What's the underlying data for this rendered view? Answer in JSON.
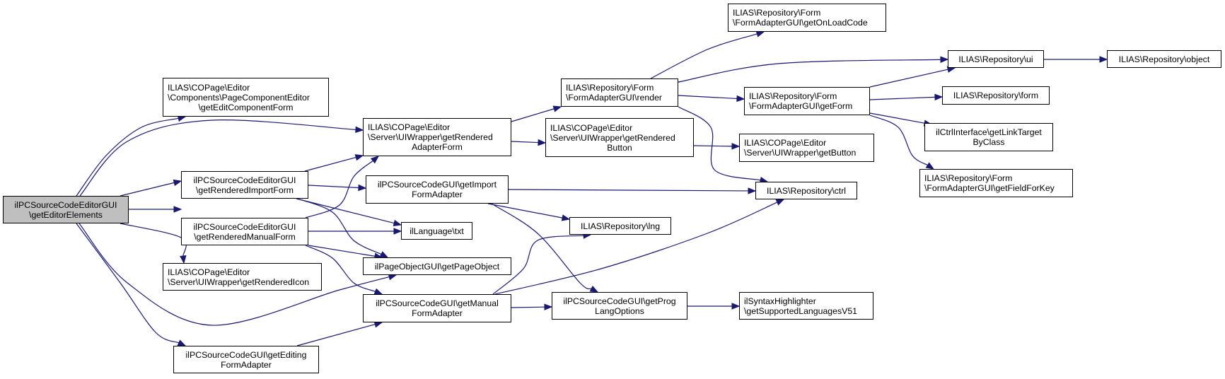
{
  "diagram": {
    "type": "call-graph",
    "edge_color": "#191970",
    "root_fill": "#bfbfbf",
    "nodes": [
      {
        "id": "n0",
        "lines": [
          "ilPCSourceCodeEditorGUI",
          "\\getEditorElements"
        ],
        "root": true
      },
      {
        "id": "n1",
        "lines": [
          "ILIAS\\COPage\\Editor",
          "\\Components\\PageComponentEditor",
          "\\getEditComponentForm"
        ]
      },
      {
        "id": "n2",
        "lines": [
          "ILIAS\\COPage\\Editor",
          "\\Server\\UIWrapper\\getRendered",
          "AdapterForm"
        ]
      },
      {
        "id": "n3",
        "lines": [
          "ilPCSourceCodeEditorGUI",
          "\\getRenderedImportForm"
        ]
      },
      {
        "id": "n4",
        "lines": [
          "ilPCSourceCodeEditorGUI",
          "\\getRenderedManualForm"
        ]
      },
      {
        "id": "n5",
        "lines": [
          "ILIAS\\COPage\\Editor",
          "\\Server\\UIWrapper\\getRenderedIcon"
        ]
      },
      {
        "id": "n6",
        "lines": [
          "ilPCSourceCodeGUI\\getEditing",
          "FormAdapter"
        ]
      },
      {
        "id": "n7",
        "lines": [
          "ilPCSourceCodeGUI\\getImport",
          "FormAdapter"
        ]
      },
      {
        "id": "n8",
        "lines": [
          "ilLanguage\\txt"
        ]
      },
      {
        "id": "n9",
        "lines": [
          "ilPageObjectGUI\\getPageObject"
        ]
      },
      {
        "id": "n10",
        "lines": [
          "ilPCSourceCodeGUI\\getManual",
          "FormAdapter"
        ]
      },
      {
        "id": "n11",
        "lines": [
          "ILIAS\\Repository\\Form",
          "\\FormAdapterGUI\\render"
        ]
      },
      {
        "id": "n12",
        "lines": [
          "ILIAS\\COPage\\Editor",
          "\\Server\\UIWrapper\\getRendered",
          "Button"
        ]
      },
      {
        "id": "n13",
        "lines": [
          "ILIAS\\Repository\\Form",
          "\\FormAdapterGUI\\getOnLoadCode"
        ]
      },
      {
        "id": "n14",
        "lines": [
          "ILIAS\\Repository\\ui"
        ]
      },
      {
        "id": "n15",
        "lines": [
          "ILIAS\\Repository\\object"
        ]
      },
      {
        "id": "n16",
        "lines": [
          "ILIAS\\Repository\\Form",
          "\\FormAdapterGUI\\getForm"
        ]
      },
      {
        "id": "n17",
        "lines": [
          "ILIAS\\Repository\\form"
        ]
      },
      {
        "id": "n18",
        "lines": [
          "ilCtrlInterface\\getLinkTarget",
          "ByClass"
        ]
      },
      {
        "id": "n19",
        "lines": [
          "ILIAS\\Repository\\Form",
          "\\FormAdapterGUI\\getFieldForKey"
        ]
      },
      {
        "id": "n20",
        "lines": [
          "ILIAS\\COPage\\Editor",
          "\\Server\\UIWrapper\\getButton"
        ]
      },
      {
        "id": "n21",
        "lines": [
          "ILIAS\\Repository\\ctrl"
        ]
      },
      {
        "id": "n22",
        "lines": [
          "ILIAS\\Repository\\lng"
        ]
      },
      {
        "id": "n23",
        "lines": [
          "ilPCSourceCodeGUI\\getProg",
          "LangOptions"
        ]
      },
      {
        "id": "n24",
        "lines": [
          "ilSyntaxHighlighter",
          "\\getSupportedLanguagesV51"
        ]
      }
    ],
    "edges": [
      [
        "n0",
        "n1"
      ],
      [
        "n0",
        "n2"
      ],
      [
        "n0",
        "n3"
      ],
      [
        "n0",
        "n4"
      ],
      [
        "n0",
        "n5"
      ],
      [
        "n0",
        "n9"
      ],
      [
        "n0",
        "n6"
      ],
      [
        "n3",
        "n2"
      ],
      [
        "n3",
        "n7"
      ],
      [
        "n3",
        "n8"
      ],
      [
        "n3",
        "n9"
      ],
      [
        "n4",
        "n2"
      ],
      [
        "n4",
        "n8"
      ],
      [
        "n4",
        "n9"
      ],
      [
        "n4",
        "n10"
      ],
      [
        "n6",
        "n10"
      ],
      [
        "n2",
        "n11"
      ],
      [
        "n2",
        "n12"
      ],
      [
        "n7",
        "n21"
      ],
      [
        "n7",
        "n22"
      ],
      [
        "n7",
        "n23"
      ],
      [
        "n10",
        "n22"
      ],
      [
        "n10",
        "n21"
      ],
      [
        "n10",
        "n23"
      ],
      [
        "n11",
        "n13"
      ],
      [
        "n11",
        "n14"
      ],
      [
        "n11",
        "n16"
      ],
      [
        "n11",
        "n21"
      ],
      [
        "n12",
        "n20"
      ],
      [
        "n14",
        "n15"
      ],
      [
        "n16",
        "n14"
      ],
      [
        "n16",
        "n17"
      ],
      [
        "n16",
        "n18"
      ],
      [
        "n16",
        "n19"
      ],
      [
        "n23",
        "n24"
      ]
    ]
  }
}
